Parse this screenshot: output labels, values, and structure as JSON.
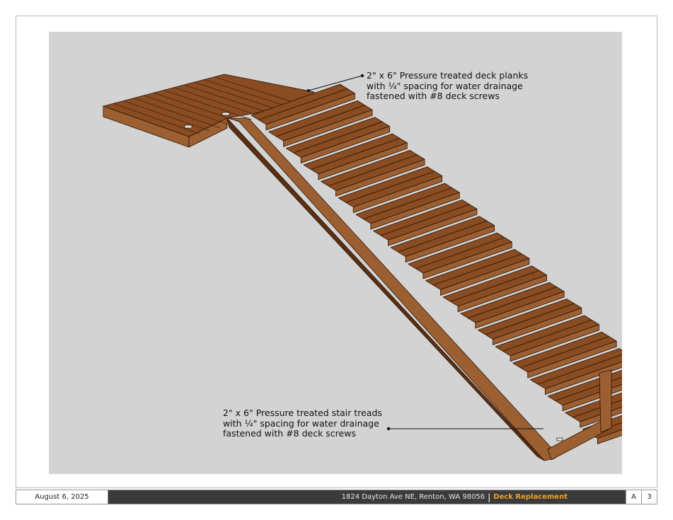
{
  "notes": {
    "planks": {
      "line1": "2\" x 6\" Pressure treated deck planks",
      "line2": "with ¼\" spacing for water drainage",
      "line3": "fastened with #8 deck screws"
    },
    "treads": {
      "line1": "2\" x 6\" Pressure treated stair treads",
      "line2": "with ¼\" spacing for water drainage",
      "line3": "fastened with #8 deck screws"
    }
  },
  "title_block": {
    "date": "August 6, 2025",
    "address": "1824 Dayton Ave NE, Renton, WA 98056",
    "separator": "|",
    "project": "Deck Replacement",
    "sheet_letter": "A",
    "sheet_number": "3"
  },
  "colors": {
    "wood_top": "#8a4c22",
    "wood_side": "#9c5f32",
    "wood_dark": "#5a2f12",
    "background": "#d3d3d3",
    "title_bar": "#3b3b3b",
    "project_accent": "#f0a020"
  }
}
